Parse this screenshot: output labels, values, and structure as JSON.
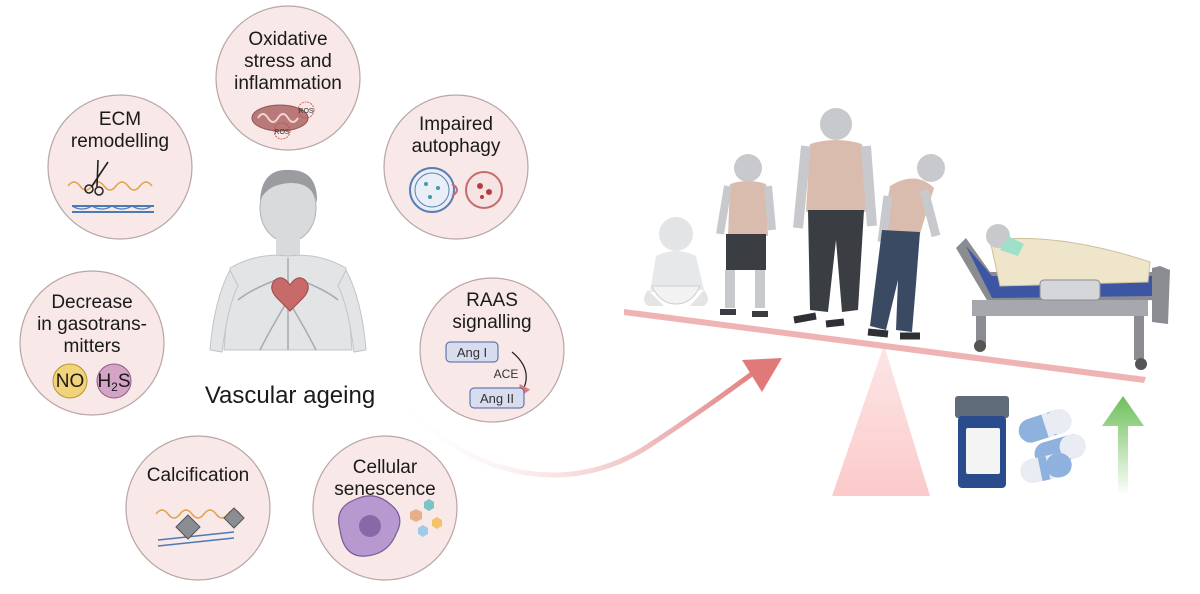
{
  "factors": {
    "oxidative": {
      "title": [
        "Oxidative",
        "stress and",
        "inflammation"
      ],
      "ros_1": "ROS",
      "ros_2": "ROS"
    },
    "ecm": {
      "title": [
        "ECM",
        "remodelling"
      ]
    },
    "autophagy": {
      "title": [
        "Impaired",
        "autophagy"
      ]
    },
    "gasotransmitters": {
      "title": [
        "Decrease",
        "in gasotrans-",
        "mitters"
      ],
      "no": "NO",
      "h2s_main": "H",
      "h2s_sub": "2",
      "h2s_end": "S"
    },
    "raas": {
      "title": [
        "RAAS",
        "signalling"
      ],
      "ang1": "Ang I",
      "ace": "ACE",
      "ang2": "Ang II"
    },
    "calcification": {
      "title": [
        "Calcification"
      ]
    },
    "senescence": {
      "title": [
        "Cellular",
        "senescence"
      ]
    }
  },
  "center": {
    "label": "Vascular ageing"
  },
  "colors": {
    "circle_fill": "#f8e8e8",
    "circle_stroke": "#b9a5a5",
    "arrow": "#e07a7a",
    "beam": "#f0b3b3",
    "fulcrum": "#fbd3d3",
    "green_arrow": "#6dbf5b",
    "body_gray": "#c9cacc"
  }
}
